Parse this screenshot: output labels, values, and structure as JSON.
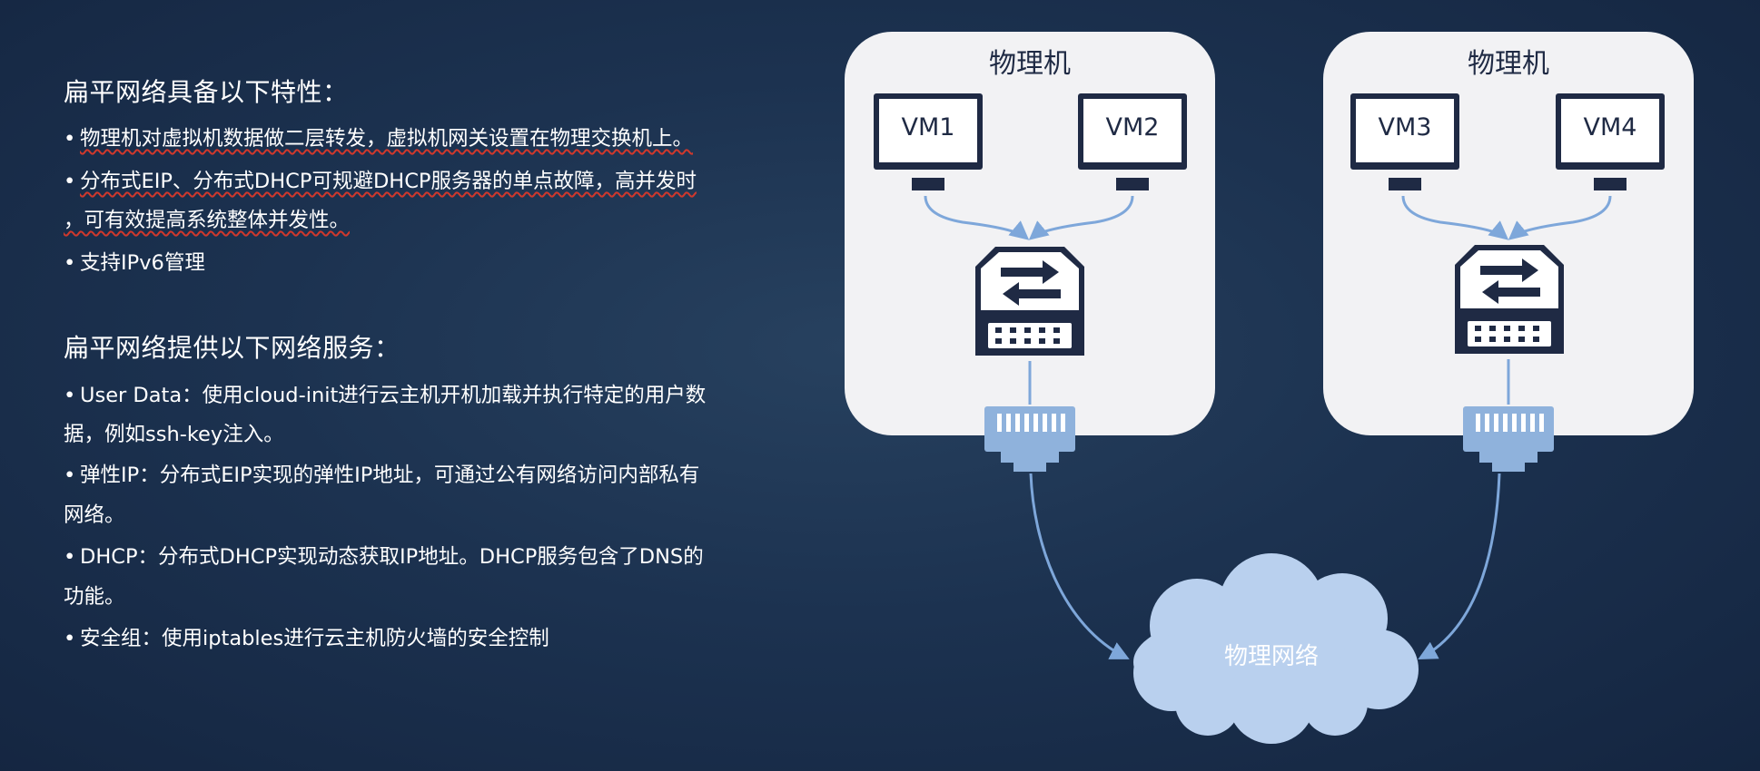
{
  "flat_network_features": {
    "heading": "扁平网络具备以下特性：",
    "items": [
      {
        "lines": [
          "物理机对虚拟机数据做二层转发，虚拟机网关设置在物理交换机上。"
        ]
      },
      {
        "lines": [
          "分布式EIP、分布式DHCP可规避DHCP服务器的单点故障，高并发时",
          "，可有效提高系统整体并发性。"
        ]
      },
      {
        "lines": [
          "支持IPv6管理"
        ]
      }
    ]
  },
  "flat_network_services": {
    "heading": "扁平网络提供以下网络服务：",
    "items": [
      {
        "lines": [
          "User Data：使用cloud-init进行云主机开机加载并执行特定的用户数",
          "据，例如ssh-key注入。"
        ]
      },
      {
        "lines": [
          "弹性IP：分布式EIP实现的弹性IP地址，可通过公有网络访问内部私有",
          "网络。"
        ]
      },
      {
        "lines": [
          "DHCP：分布式DHCP实现动态获取IP地址。DHCP服务包含了DNS的",
          "功能。"
        ]
      },
      {
        "lines": [
          "安全组：使用iptables进行云主机防火墙的安全控制"
        ]
      }
    ]
  },
  "diagram": {
    "hosts": [
      {
        "label": "物理机",
        "vms": [
          "VM1",
          "VM2"
        ]
      },
      {
        "label": "物理机",
        "vms": [
          "VM3",
          "VM4"
        ]
      }
    ],
    "network_label": "物理网络",
    "icons": [
      "monitor-icon",
      "switch-icon",
      "ethernet-port-icon",
      "cloud-icon"
    ],
    "colors": {
      "background": "#1c3250",
      "host_box": "#f2f2f4",
      "device": "#1f2a44",
      "link": "#7ea7da",
      "connector": "#8fb2dc",
      "cloud": "#b9d0ee"
    }
  }
}
